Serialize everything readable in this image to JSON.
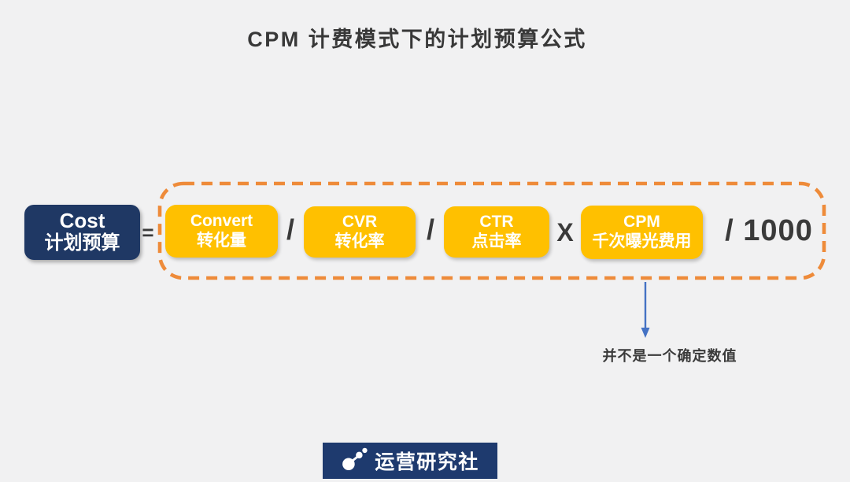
{
  "title": "CPM 计费模式下的计划预算公式",
  "colors": {
    "background": "#F1F1F2",
    "navy": "#1F3864",
    "term_yellow": "#FFC000",
    "dashed_orange": "#EE8B3A",
    "arrow_blue": "#4472C4",
    "text_dark": "#3A3A3A",
    "footer_navy": "#1E3A6E"
  },
  "formula": {
    "result": {
      "line1": "Cost",
      "line2": "计划预算"
    },
    "equals": "=",
    "terms": [
      {
        "line1": "Convert",
        "line2": "转化量"
      },
      {
        "line1": "CVR",
        "line2": "转化率"
      },
      {
        "line1": "CTR",
        "line2": "点击率"
      },
      {
        "line1": "CPM",
        "line2": "千次曝光费用"
      }
    ],
    "operators": [
      "/",
      "/",
      "X"
    ],
    "divisor": "/ 1000"
  },
  "annotation": {
    "text": "并不是一个确定数值"
  },
  "footer": {
    "brand": "运营研究社",
    "icon": "connected-dots-logo-icon"
  }
}
